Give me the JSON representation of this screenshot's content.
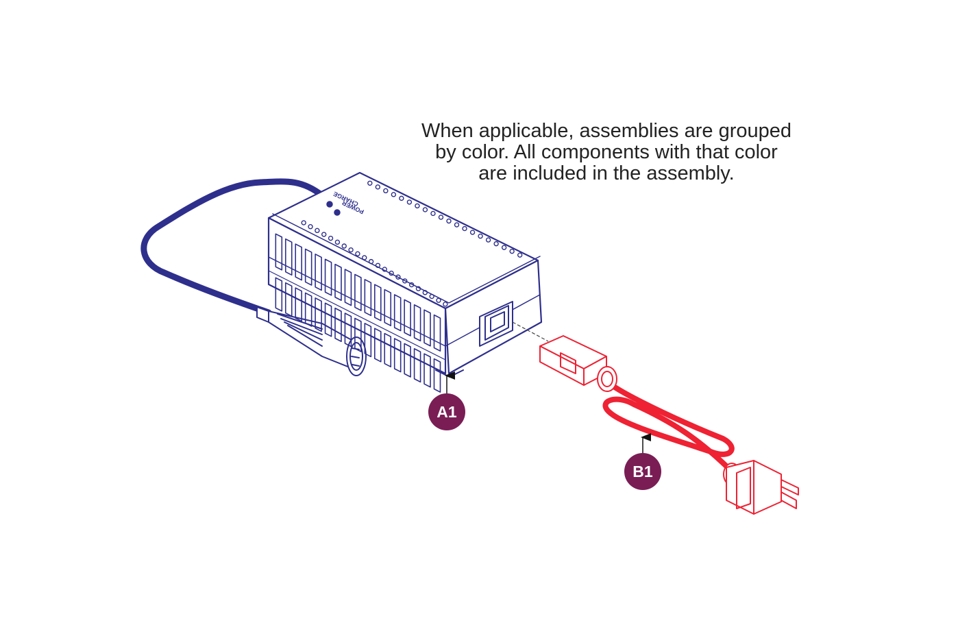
{
  "note": {
    "line1": "When applicable, assemblies are grouped",
    "line2": "by color. All components with that color",
    "line3": "are included in the assembly."
  },
  "callouts": [
    {
      "id": "A1",
      "label": "A1"
    },
    {
      "id": "B1",
      "label": "B1"
    }
  ],
  "charger_labels": {
    "charge": "CHARGE",
    "power": "POWER"
  },
  "colors": {
    "assembly_a1": "#2e2f8c",
    "assembly_b1": "#ee2233",
    "callout": "#7a1d55",
    "text": "#222222"
  }
}
